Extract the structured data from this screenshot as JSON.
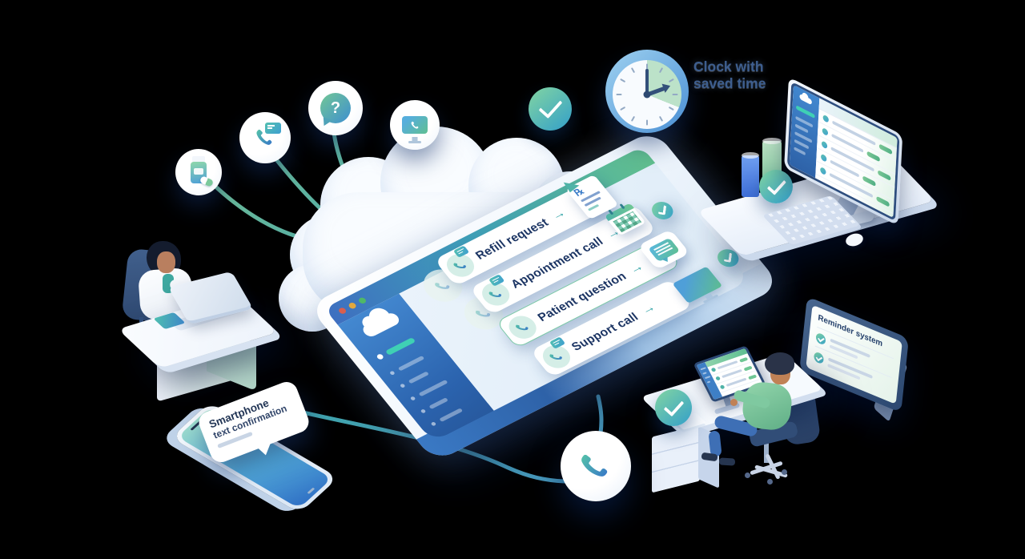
{
  "cloud_panel": {
    "window_dots": [
      "#D95F4E",
      "#E2A83D",
      "#4FB868"
    ],
    "rows": [
      {
        "label": "Refill request",
        "arrow": "→",
        "icon": "phone-chat-icon"
      },
      {
        "label": "Appointment call",
        "arrow": "→",
        "icon": "phone-chat-icon"
      },
      {
        "label": "Patient question",
        "arrow": "→",
        "icon": "phone-icon"
      },
      {
        "label": "Support call",
        "arrow": "→",
        "icon": "phone-chat-icon"
      }
    ],
    "rx_glyph": "℞",
    "side_icons": [
      "prescription-document-icon",
      "calendar-icon",
      "check-icon",
      "chat-bubble-icon",
      "check-icon",
      "monitor-icon"
    ]
  },
  "clock": {
    "label_line1": "Clock with",
    "label_line2": "saved time"
  },
  "smartphone": {
    "bubble_line1": "Smartphone",
    "bubble_line2": "text confirmation"
  },
  "tablet": {
    "title": "Reminder system"
  },
  "source_icons": [
    "medication-bottle-icon",
    "phone-message-icon",
    "question-bubble-icon",
    "video-call-icon"
  ],
  "glyphs": {
    "question_mark": "?"
  },
  "colors": {
    "accent_teal": "#3FD0B4",
    "accent_green": "#62C08E",
    "accent_blue": "#3E6FC0",
    "text_navy": "#1B3463",
    "label_blue": "#3D5E8F",
    "background": "#000000"
  }
}
